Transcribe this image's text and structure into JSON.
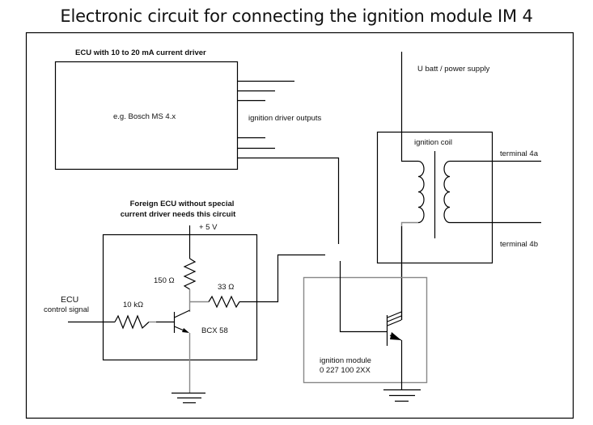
{
  "title": "Electronic circuit for connecting the ignition module IM 4",
  "ecu_block": {
    "heading": "ECU with 10 to 20 mA current driver",
    "label": "e.g. Bosch MS 4.x",
    "outputs_label": "ignition driver outputs"
  },
  "power": {
    "ubatt_label": "U batt / power supply"
  },
  "ignition_coil": {
    "label": "ignition coil",
    "terminal_a": "terminal 4a",
    "terminal_b": "terminal 4b"
  },
  "foreign_ecu_circuit": {
    "heading_line1": "Foreign ECU without special",
    "heading_line2": "current driver needs this circuit",
    "supply_label": "+ 5 V",
    "input_label_line1": "ECU",
    "input_label_line2": "control signal",
    "resistor_base": "10 kΩ",
    "resistor_pullup": "150 Ω",
    "resistor_series": "33 Ω",
    "transistor": "BCX 58"
  },
  "ignition_module": {
    "label_line1": "ignition module",
    "label_line2": "0 227 100 2XX"
  }
}
